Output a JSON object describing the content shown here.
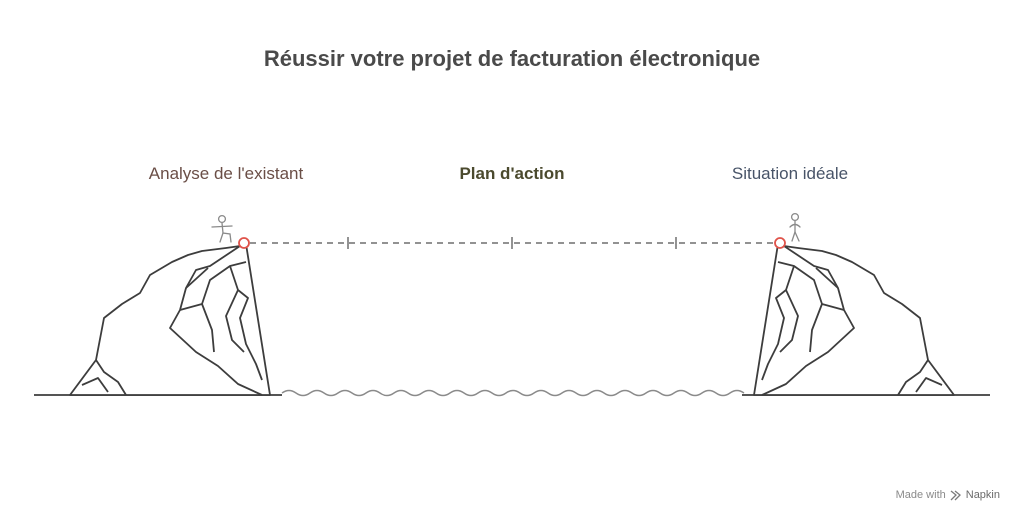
{
  "title": "Réussir votre projet de facturation électronique",
  "left_label": "Analyse de l'existant",
  "center_label": "Plan d'action",
  "right_label": "Situation idéale",
  "footer": {
    "made_with": "Made with",
    "brand": "Napkin"
  },
  "colors": {
    "accent": "#e0534a",
    "stroke": "#3d3d3d",
    "dash": "#6f6f6f"
  }
}
